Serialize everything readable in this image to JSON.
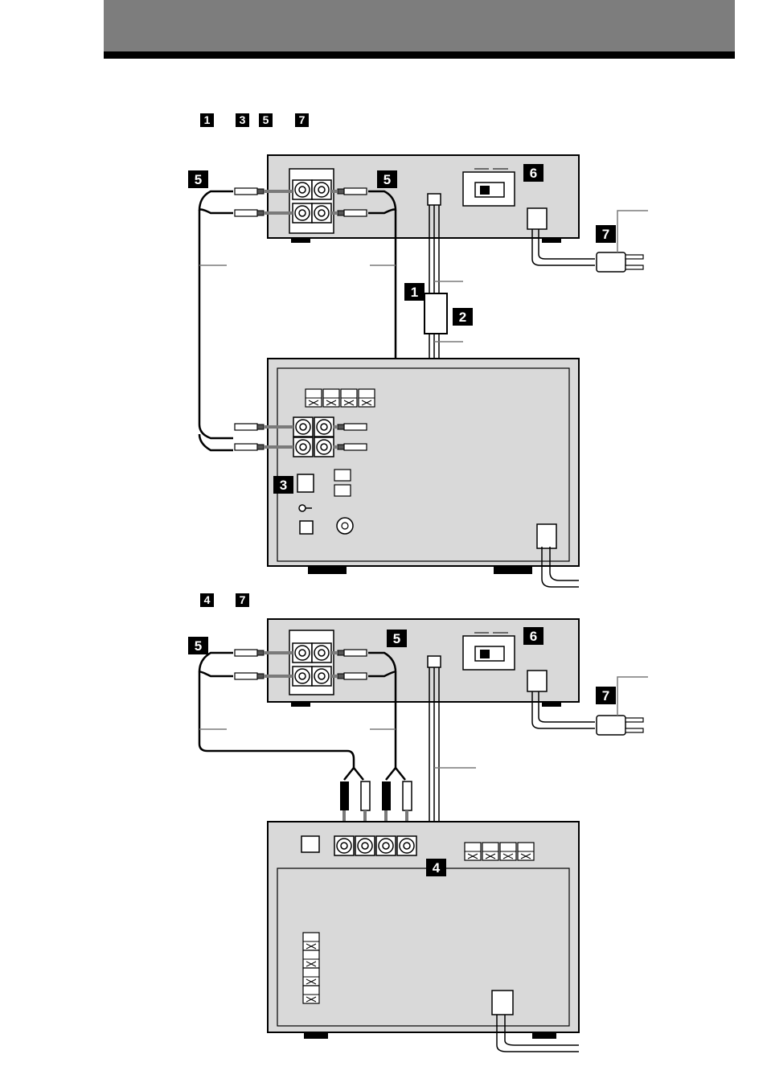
{
  "header": {
    "bar_color": "#7d7d7d",
    "rule_color": "#000000"
  },
  "section1": {
    "steps": [
      "1",
      "3",
      "5",
      "7"
    ]
  },
  "section2": {
    "steps": [
      "4",
      "7"
    ]
  },
  "callouts": {
    "c1": "1",
    "c2": "2",
    "c3": "3",
    "c4": "4",
    "c5a": "5",
    "c5b": "5",
    "c5c": "5",
    "c5d": "5",
    "c6a": "6",
    "c6b": "6",
    "c7a": "7",
    "c7b": "7"
  },
  "colors": {
    "panel": "#d9d9d9",
    "outline": "#000000",
    "cable": "#7a7a7a",
    "callout_bg": "#000000",
    "callout_fg": "#ffffff"
  }
}
